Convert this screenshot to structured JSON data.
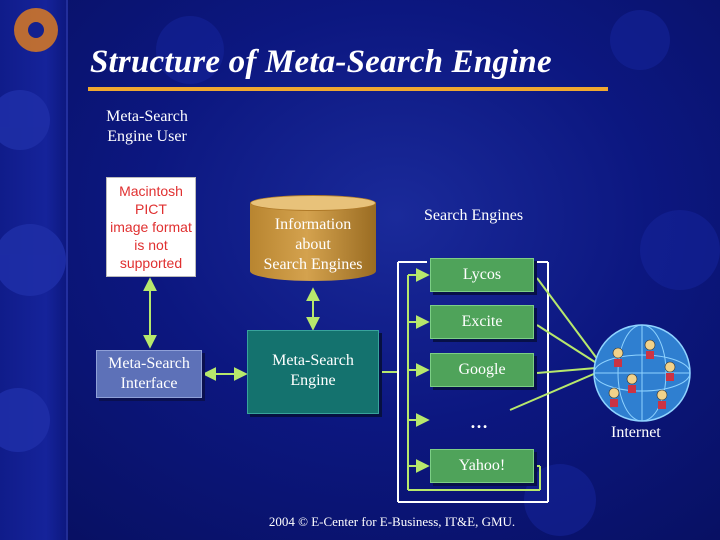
{
  "title": "Structure of Meta-Search Engine",
  "user": {
    "label_line1": "Meta-Search",
    "label_line2": "Engine User"
  },
  "pict_placeholder": {
    "line1": "Macintosh PICT",
    "line2": "image format",
    "line3": "is not supported"
  },
  "info_db": {
    "line1": "Information",
    "line2": "about",
    "line3": "Search Engines"
  },
  "interface": {
    "line1": "Meta-Search",
    "line2": "Interface"
  },
  "engine": {
    "line1": "Meta-Search",
    "line2": "Engine"
  },
  "search_engines": {
    "heading": "Search Engines",
    "items": [
      "Lycos",
      "Excite",
      "Google",
      "Yahoo!"
    ],
    "ellipsis": "…"
  },
  "internet": {
    "label": "Internet"
  },
  "footer": "2004 © E-Center for E-Business, IT&E, GMU.",
  "colors": {
    "background": "#0c1780",
    "title_rule": "#f0a830",
    "connector": "#b7e86c",
    "engine_box": "#4fa35a",
    "meta_engine": "#14726e",
    "interface": "#5d71b8",
    "database": "#c89440"
  }
}
